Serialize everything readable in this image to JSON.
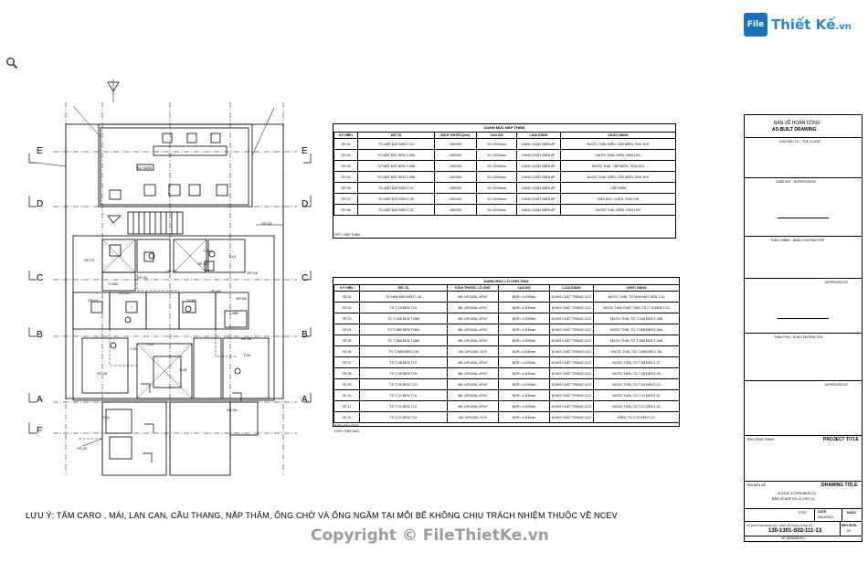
{
  "logo": {
    "mark": "File",
    "name": "Thiết Kế",
    "ext": ".vn"
  },
  "footer_note": "LƯU Ý: TẤM CARO , MÁI, LAN CAN, CẦU THANG, NẮP THĂM, ỐNG CHỜ VÀ ỐNG NGẦM TẠI MỖI BỂ KHÔNG CHỊU TRÁCH NHIỆM THUỘC VỀ NCEV",
  "watermark": "Copyright © FileThietKe.vn",
  "grid_labels": {
    "left": [
      "E",
      "D",
      "C",
      "B",
      "A",
      "F"
    ],
    "right": [
      "E",
      "D",
      "C",
      "B",
      "A"
    ]
  },
  "plan_labels": [
    "SL+3200",
    "T-06A",
    "T-04A",
    "T-05B",
    "T-06B",
    "T-02",
    "T-03",
    "T-08",
    "T-09",
    "T-10",
    "T-01",
    "OP-01",
    "OP-02",
    "OP-03",
    "OP-04",
    "OP-05",
    "OP-06",
    "OP-07",
    "OP-08",
    "SP-01",
    "SP-02",
    "SP-03",
    "SP-04",
    "SP-05",
    "SP-06"
  ],
  "table1": {
    "title": "DANH MỤC NẮP THĂM",
    "headers": [
      "KÝ HIỆU",
      "MÔ TẢ",
      "KÍCH THƯỚC(mm)",
      "CAO ĐỘ",
      "LOẠI DÙNG",
      "CHỨC NĂNG"
    ],
    "rows": [
      [
        "OP-01",
        "TỪ MẶT ĐẤT ĐẾN T-10",
        "250/250",
        "SL+3200mm",
        "DÙNG CHẤT ĐIỆN ÁP",
        "NƯỚC THẢI, ĐIỆN, CẤP ĐIỆN, ỐNG HƠI"
      ],
      [
        "OP-02",
        "TỪ MẶT ĐẤT ĐẾN T-04A",
        "250/250",
        "SL+3200mm",
        "DÙNG CHẤT ĐIỆN ÁP",
        "NƯỚC THẢI, ĐIỆN, ỐNG HƠI"
      ],
      [
        "OP-03",
        "TỪ MẶT ĐẤT ĐẾN T-05B",
        "250/250",
        "SL+3200mm",
        "DÙNG CHẤT ĐIỆN ÁP",
        "NƯỚC THẢI, CẤP ĐIỆN, ỐNG HƠI"
      ],
      [
        "OP-04",
        "TỪ MẶT ĐẤT ĐẾN T-06B",
        "250/250",
        "SL+3200mm",
        "DÙNG CHẤT ĐIỆN ÁP",
        "NƯỚC THẢI, ĐIỆN, CẤP ĐIỆN, ỐNG HƠI"
      ],
      [
        "OP-05",
        "TỪ MẶT ĐẤT ĐẾN T-07",
        "250/250",
        "SL+3200mm",
        "DÙNG CHẤT ĐIỆN ÁP",
        "CẤP ĐIỆN"
      ],
      [
        "OP-07",
        "TỪ MẶT ĐẤT ĐẾN T-09",
        "250/250",
        "SL+3200mm",
        "DÙNG CHẤT ĐIỆN ÁP",
        "ỐNG HƠI, CHỮA, ỐNG KHÍ"
      ],
      [
        "OP-08",
        "TỪ MẶT ĐẤT ĐẾN T-22",
        "250/250",
        "SL+3200mm",
        "DÙNG CHẤT ĐIỆN ÁP",
        "NƯỚC THẢI, ĐIỆN, ỐNG HƠI"
      ]
    ],
    "note": "OPT= NẮP THĂM"
  },
  "table2": {
    "title": "DANH MỤC LỖ CHỜ ỐNG",
    "headers": [
      "KÝ HIỆU",
      "MÔ TẢ",
      "KÍCH THƯỚC LỖ CHỜ",
      "CAO ĐỘ",
      "LOẠI DÙNG",
      "CHỨC NĂNG"
    ],
    "rows": [
      [
        "SP-01",
        "TỪ NHÀ MÁY ĐẾN T-10",
        "Ø6, UP/100A, uPVC",
        "BOP=-4.400mm",
        "DÙNG CHẤT TRUNG LỰC",
        "NƯỚC THẢI, TỪ NHÀ MÁY ĐẾN T-10"
      ],
      [
        "SP-02",
        "TỪ T-10 ĐẾN T-03",
        "Ø6, UP/100A, uPVC",
        "BOP=-4.400mm",
        "DÙNG CHẤT TRUNG LỰC",
        "NƯỚC THẢI CHẤT THẢI, TỪ T-10 ĐẾN T-03"
      ],
      [
        "SP-03",
        "TỪ T-04A ĐẾN T-05B",
        "Ø6, UP/100A, uPVC",
        "BOP=-4.400mm",
        "DÙNG CHẤT TRUNG LỰC",
        "NƯỚC THẢI, TỪ T-04A ĐẾN T-05B"
      ],
      [
        "SP-04",
        "TỪ T-05B ĐẾN T-06A",
        "Ø6, UP/100A, uPVC",
        "BOP=-4.400mm",
        "DÙNG CHẤT TRUNG LỰC",
        "NƯỚC THẢI, TỪ T-05B ĐẾN T-06A"
      ],
      [
        "SP-05",
        "TỪ T-06A ĐẾN T-06B",
        "Ø6, UP/100A, uPVC",
        "BOP=-4.400mm",
        "DÙNG CHẤT TRUNG LỰC",
        "NƯỚC THẢI, TỪ T-06A ĐẾN T-06B"
      ],
      [
        "SP-06",
        "TỪ T-06B ĐẾN T-08",
        "Ø6, UP/100A, SCH",
        "BOP=-4.400mm",
        "DÙNG CHẤT TRUNG LỰC",
        "NƯỚC THẢI, TỪ T-06B ĐẾN T-08"
      ],
      [
        "SP-07",
        "TỪ T-08 ĐẾN T-07",
        "Ø6, UP/100A, uPVC",
        "BOP=-4.400mm",
        "DÙNG CHẤT TRUNG LỰC",
        "NƯỚC THẢI, TỪ T-08 ĐẾN T-07"
      ],
      [
        "SP-08",
        "TỪ T-08 ĐẾN T-09",
        "Ø6, UP/100A, uPVC",
        "BOP=-4.400mm",
        "DÙNG CHẤT TRUNG LỰC",
        "NƯỚC THẢI, TỪ T-08 ĐẾN T-09"
      ],
      [
        "SP-09",
        "TỪ T-09 ĐẾN T-10",
        "Ø6, UP/100A, uPVC",
        "BOP=-4.400mm",
        "DÙNG CHẤT TRUNG LỰC",
        "NƯỚC THẢI, TỪ T-09 ĐẾN T-10"
      ],
      [
        "SP-10",
        "TỪ T-21 ĐẾN T-01",
        "Ø6, UP/100A, uPVC",
        "BOP=-4.400mm",
        "DÙNG CHẤT TRUNG LỰC",
        "NƯỚC THẢI, TỪ T-21 ĐẾN T-01"
      ],
      [
        "SP-11",
        "TỪ T-21 ĐẾN T-02",
        "Ø6, UP/100A, uPVC",
        "BOP=-4.400mm",
        "DÙNG CHẤT TRUNG LỰC",
        "NƯỚC THẢI, TỪ T-21 ĐẾN T-02"
      ],
      [
        "SP-12",
        "TỪ T-21 ĐẾN T-22",
        "Ø6, UP/100A, SCH",
        "BOP=-4.400mm",
        "DÙNG CHẤT TRUNG LỰC",
        "ĐIỆN, TỪ T-21 ĐẾN T-22"
      ]
    ],
    "notes": [
      "BOP= ĐÁY ỐNG",
      "COP= TÂM ỐNG"
    ]
  },
  "titleblock": {
    "heading": "BẢN VẼ HOÀN CÔNG",
    "heading_en": "AS-BUILT DRAWING",
    "client": "CHỦ ĐẦU TƯ - THE CLIENT",
    "supervision": "GIÁM SÁT - SUPERVISION",
    "main_contractor": "THẦU CHÍNH - MAIN CONTRACTOR",
    "approved_1": "APPROVED BY",
    "sub_contractor": "THẦU PHỤ - SUB CONTRACTOR",
    "approved_2": "APPROVED BY",
    "project_label": "TÊN CÔNG TRÌNH",
    "project_title": "PROJECT TITLE",
    "drawing_label": "TÊN BẢN VẼ",
    "drawing_title": "DRAWING TITLE",
    "drawing_name_1": "SLEEVE & OPENINGS (1)",
    "drawing_name_2": "BẢN VẼ NẮP VÀ LỖ CHỜ (1)",
    "col_title": "TITLE",
    "col_date": "DATE",
    "col_date_value": "2014/03/10",
    "col_ngay": "NGÀY",
    "drawing_no_label": "AS BUILT DRAWING NO. / BẢN VẼ HOÀN CÔNG SỐ",
    "drawing_no": "130-1301-S02-111-13",
    "rev_label": "REV.SION",
    "rev_value": "00",
    "drawn_by": "VẼ (DRAWN BY)"
  }
}
